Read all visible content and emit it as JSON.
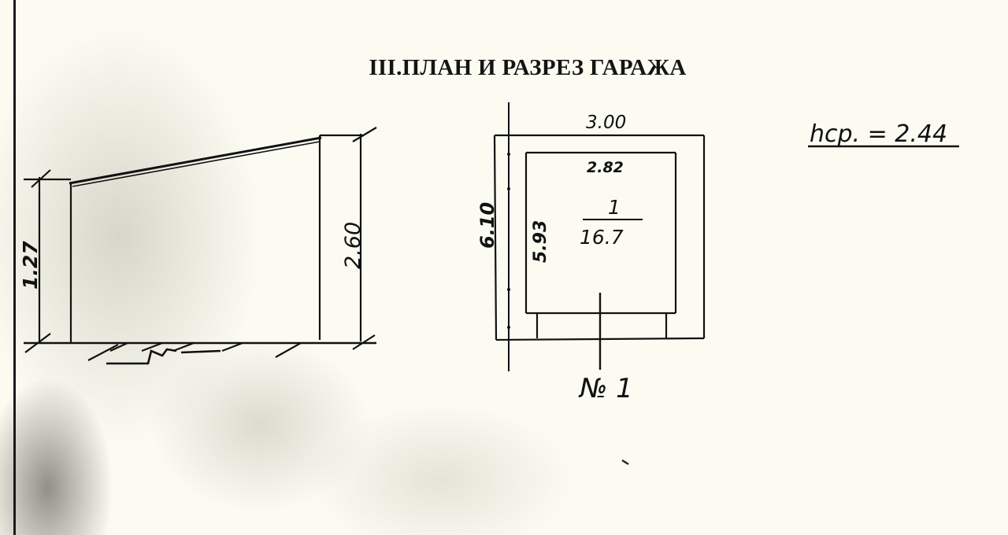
{
  "header": {
    "title": "III.ПЛАН И РАЗРЕЗ ГАРАЖА"
  },
  "section": {
    "left_height": "1.27",
    "right_height": "2.60"
  },
  "plan": {
    "outer_width": "3.00",
    "inner_width": "2.82",
    "outer_length": "6.10",
    "inner_length": "5.93",
    "room_number": "1",
    "room_area": "16.7",
    "garage_number": "№ 1"
  },
  "note": {
    "height_label": "hср. = 2.44"
  }
}
